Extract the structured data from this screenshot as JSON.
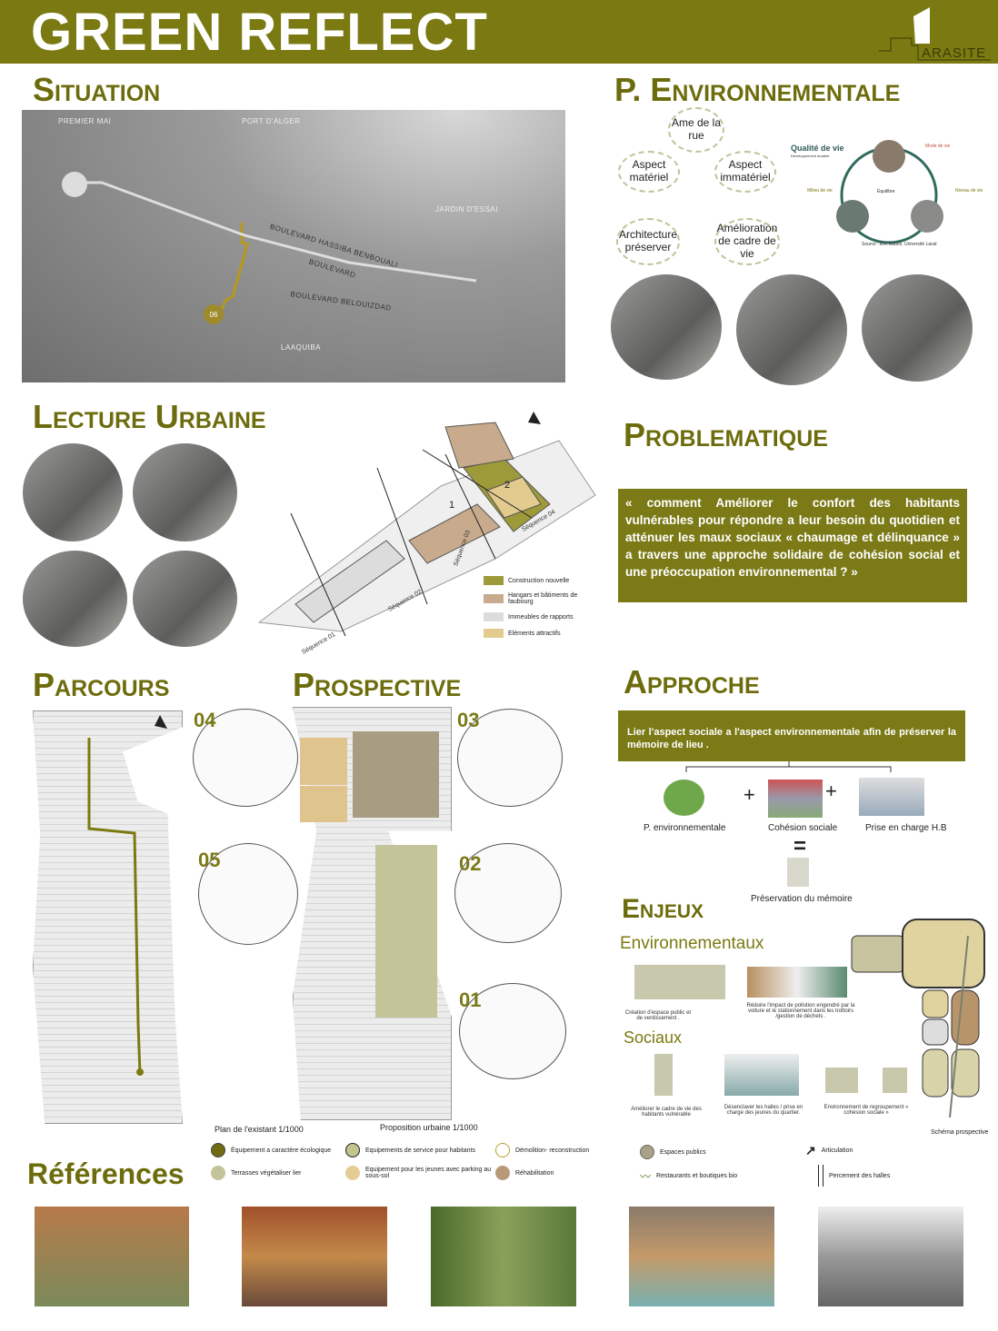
{
  "header": {
    "title": "GREEN REFLECT",
    "logo_text": "ARASITE"
  },
  "situation": {
    "title": "Situation",
    "labels": [
      "PREMIER MAI",
      "PORT D'ALGER",
      "JARDIN D'ESSAI",
      "BOULEVARD HASSIBA BENBOUALI",
      "BOULEVARD",
      "BOULEVARD BELOUIZDAD",
      "LAAQUIBA",
      "06"
    ]
  },
  "environnement": {
    "title": "P. Environnementale",
    "nodes": [
      "Ame de la rue",
      "Aspect matériel",
      "Aspect immatériel",
      "Architecture préserver",
      "Amélioration de cadre de vie"
    ],
    "diagram": {
      "title": "Qualité de vie",
      "subtitle": "Développement durable",
      "center": "Équilibre",
      "left": "Milieu de vie",
      "right": "Niveau de vie",
      "top": "Mode de vie",
      "source": "Source : Éric Bauce, Université Laval"
    }
  },
  "lecture": {
    "title": "Lecture Urbaine",
    "sequences": [
      "Séquence 01",
      "Séquence 02",
      "Séquence 03",
      "Séquence 04"
    ],
    "markers": [
      "1",
      "2"
    ],
    "legend": [
      {
        "label": "Construction nouvelle",
        "color": "#9d9a3a"
      },
      {
        "label": "Hangars et bâtiments de faubourg",
        "color": "#c7ab8c"
      },
      {
        "label": "Immeubles de rapports",
        "color": "#dcdcdc"
      },
      {
        "label": "Eléments attractifs",
        "color": "#e3ca8f"
      }
    ]
  },
  "problematique": {
    "title": "Problematique",
    "text": "«  comment Améliorer le confort des habitants vulnérables pour répondre a leur besoin du quotidien et atténuer les maux sociaux « chaumage et délinquance » a travers une approche solidaire de cohésion social et une préoccupation environnemental ? »"
  },
  "parcours": {
    "title": "Parcours",
    "caption": "Plan de l'existant 1/1000"
  },
  "prospective": {
    "title": "Prospective",
    "caption": "Proposition urbaine  1/1000",
    "numbers": [
      "04",
      "03",
      "05",
      "02",
      "01"
    ]
  },
  "approche": {
    "title": "Approche",
    "text": "Lier  l'aspect  sociale  a  l'aspect  environnementale  afin  de préserver la mémoire de lieu  .",
    "items": [
      "P. environnementale",
      "Cohésion sociale",
      "Prise en charge H.B"
    ],
    "plus": "+",
    "equals": "=",
    "result": "Préservation du mémoire"
  },
  "enjeux": {
    "title": "Enjeux",
    "env_title": "Environnementaux",
    "env_items": [
      "Création d'espace public et de verdissement .",
      "Réduire l'impact de pollution engendré par la voiture et le stationnement dans les trottoirs  /gestion de déchets ."
    ],
    "soc_title": "Sociaux",
    "soc_items": [
      "Améliorer le cadre de vie des habitants vulnérable",
      "Désenclaver les halles / prise en charge des jeunes du quartier.",
      "Environnement de regroupement « cohésion sociale »"
    ],
    "schema_caption": "Schéma prospective"
  },
  "legend": [
    {
      "label": "Équipement a caractère écologique",
      "color": "#6f6c10",
      "border": "#444"
    },
    {
      "label": "Terrasses végétaliser lier",
      "color": "#c3c49a",
      "border": "#c3c49a"
    },
    {
      "label": "Equipements de service pour habitants",
      "color": "#c3c48e",
      "border": "#222"
    },
    {
      "label": "Equipement pour les jeunes avec parking au sous-sol",
      "color": "#e4cc94",
      "border": "#e4cc94"
    },
    {
      "label": "Démolition- reconstruction",
      "color": "#ffffff",
      "border": "#b8a030"
    },
    {
      "label": "Réhabilitation",
      "color": "#b89a7a",
      "border": "#b89a7a"
    },
    {
      "label": "Espaces publics",
      "color": "#a9a288",
      "border": "#666"
    },
    {
      "label": "Restaurants et boutiques bio",
      "icon": "wave-arrow-icon"
    },
    {
      "label": "Articulation",
      "icon": "zigzag-arrow-icon"
    },
    {
      "label": "Percement des halles",
      "icon": "double-line-icon"
    }
  ],
  "references": {
    "title": "Références"
  },
  "colors": {
    "olive": "#7b7a12",
    "heading": "#6d6c0d"
  }
}
